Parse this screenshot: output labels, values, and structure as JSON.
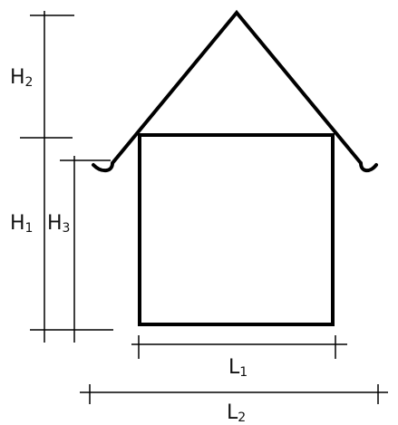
{
  "labels": {
    "h2": {
      "base": "H",
      "sub": "2"
    },
    "h1": {
      "base": "H",
      "sub": "1"
    },
    "h3": {
      "base": "H",
      "sub": "3"
    },
    "l1": {
      "base": "L",
      "sub": "1"
    },
    "l2": {
      "base": "L",
      "sub": "2"
    }
  },
  "colors": {
    "stroke": "#000000",
    "text": "#111111",
    "background": "#ffffff"
  }
}
